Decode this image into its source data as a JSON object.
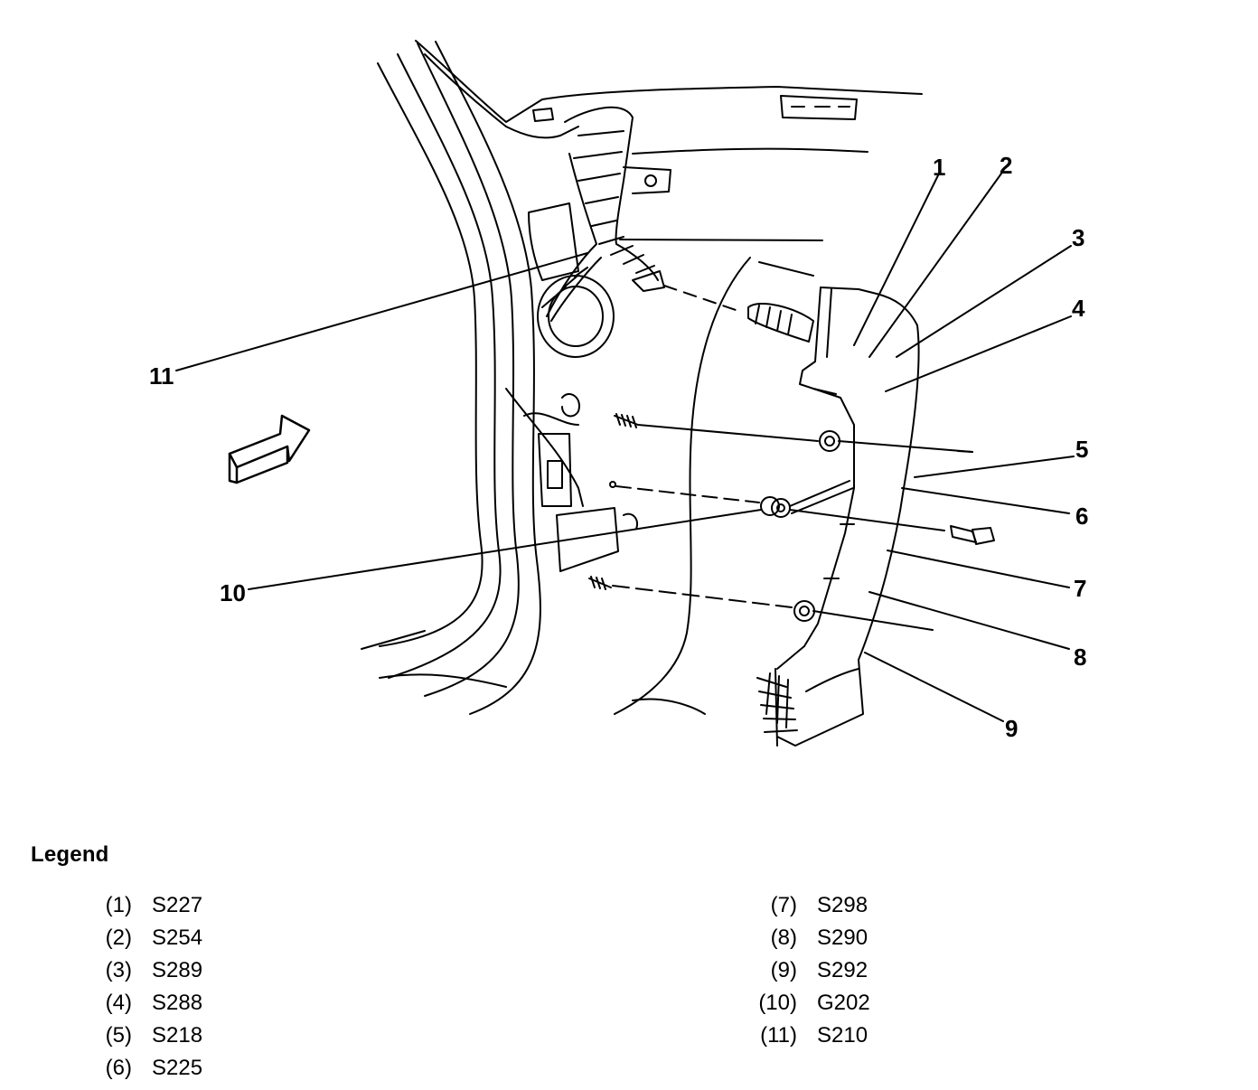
{
  "callouts": [
    "1",
    "2",
    "3",
    "4",
    "5",
    "6",
    "7",
    "8",
    "9",
    "10",
    "11"
  ],
  "legend": {
    "title": "Legend",
    "left_column": [
      {
        "num": "(1)",
        "code": "S227"
      },
      {
        "num": "(2)",
        "code": "S254"
      },
      {
        "num": "(3)",
        "code": "S289"
      },
      {
        "num": "(4)",
        "code": "S288"
      },
      {
        "num": "(5)",
        "code": "S218"
      },
      {
        "num": "(6)",
        "code": "S225"
      }
    ],
    "right_column": [
      {
        "num": "(7)",
        "code": "S298"
      },
      {
        "num": "(8)",
        "code": "S290"
      },
      {
        "num": "(9)",
        "code": "S292"
      },
      {
        "num": "(10)",
        "code": "G202"
      },
      {
        "num": "(11)",
        "code": "S210"
      }
    ]
  },
  "icons": [
    "forward-arrow-icon"
  ],
  "colors": {
    "ink": "#000000",
    "paper": "#ffffff"
  }
}
